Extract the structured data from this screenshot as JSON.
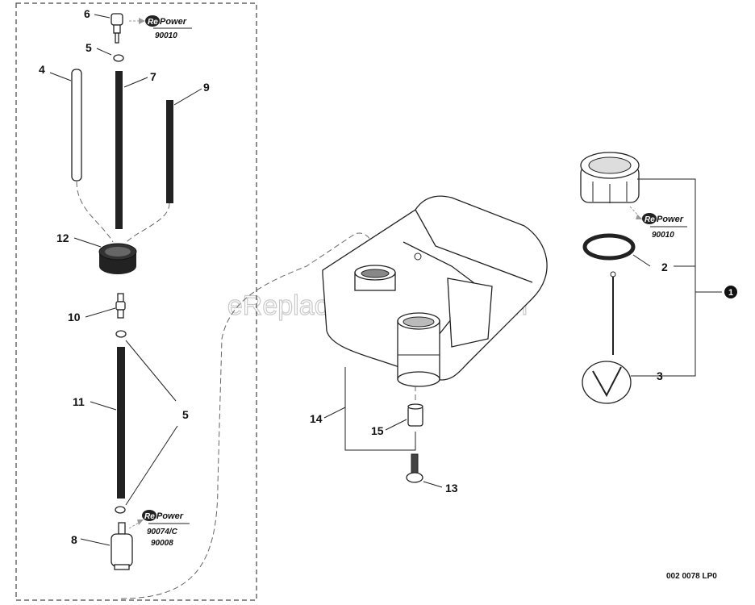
{
  "watermark": "eReplacementParts.com",
  "drawing_code": "002 0078 LP0",
  "repower": {
    "logo_re": "Re",
    "logo_power": "Power",
    "badge_top_code": "90010",
    "badge_right_code": "90010",
    "badge_bottom_code_1": "90074/C",
    "badge_bottom_code_2": "90008"
  },
  "callouts": {
    "p1": "1",
    "p2": "2",
    "p3": "3",
    "p4": "4",
    "p5_top": "5",
    "p5_mid": "5",
    "p6": "6",
    "p7": "7",
    "p8": "8",
    "p9": "9",
    "p10": "10",
    "p11": "11",
    "p12": "12",
    "p13": "13",
    "p14": "14",
    "p15": "15"
  }
}
